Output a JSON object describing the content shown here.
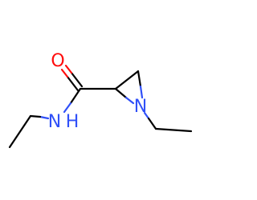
{
  "atoms": {
    "oxygen": "O",
    "amide_nitrogen": "N",
    "amide_hydrogen": "H",
    "ring_nitrogen": "N"
  },
  "colors": {
    "bond": "#000000",
    "oxygen": "#ff0d0d",
    "nitrogen": "#3050f8"
  }
}
